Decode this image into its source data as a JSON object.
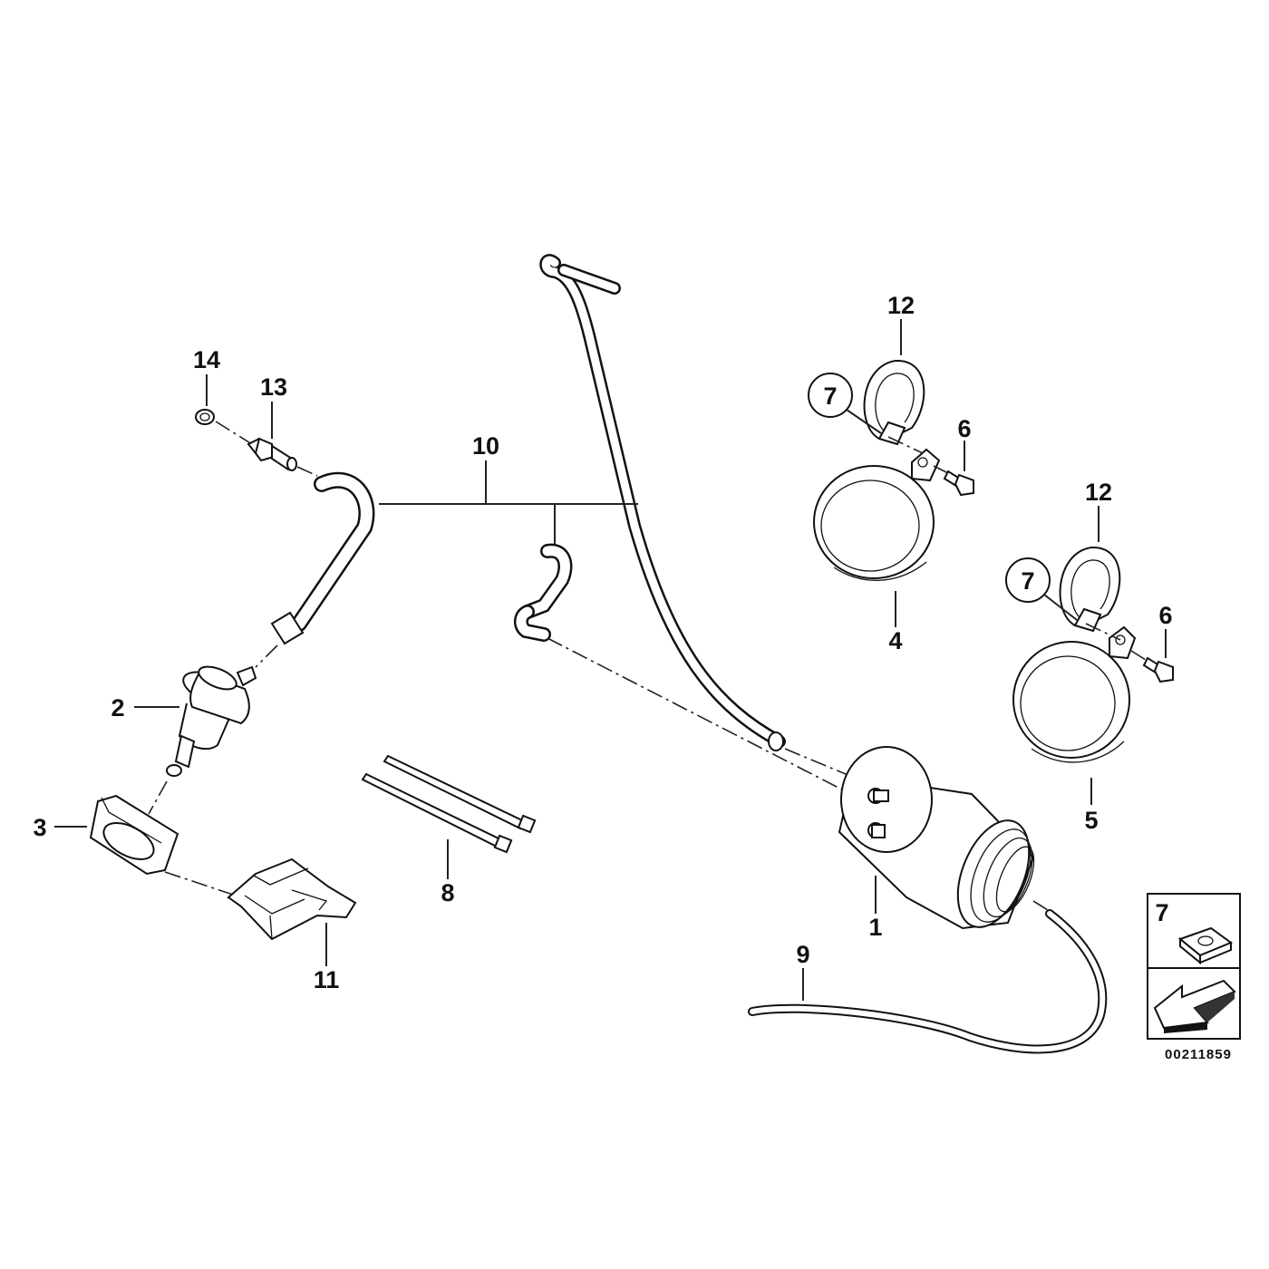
{
  "diagram": {
    "labels": {
      "p1": "1",
      "p2": "2",
      "p3": "3",
      "p4": "4",
      "p5": "5",
      "p6a": "6",
      "p6b": "6",
      "p7a": "7",
      "p7b": "7",
      "p8": "8",
      "p9": "9",
      "p10": "10",
      "p11": "11",
      "p12a": "12",
      "p12b": "12",
      "p13": "13",
      "p14": "14"
    },
    "legend": {
      "label": "7",
      "reference_number": "00211859"
    }
  }
}
